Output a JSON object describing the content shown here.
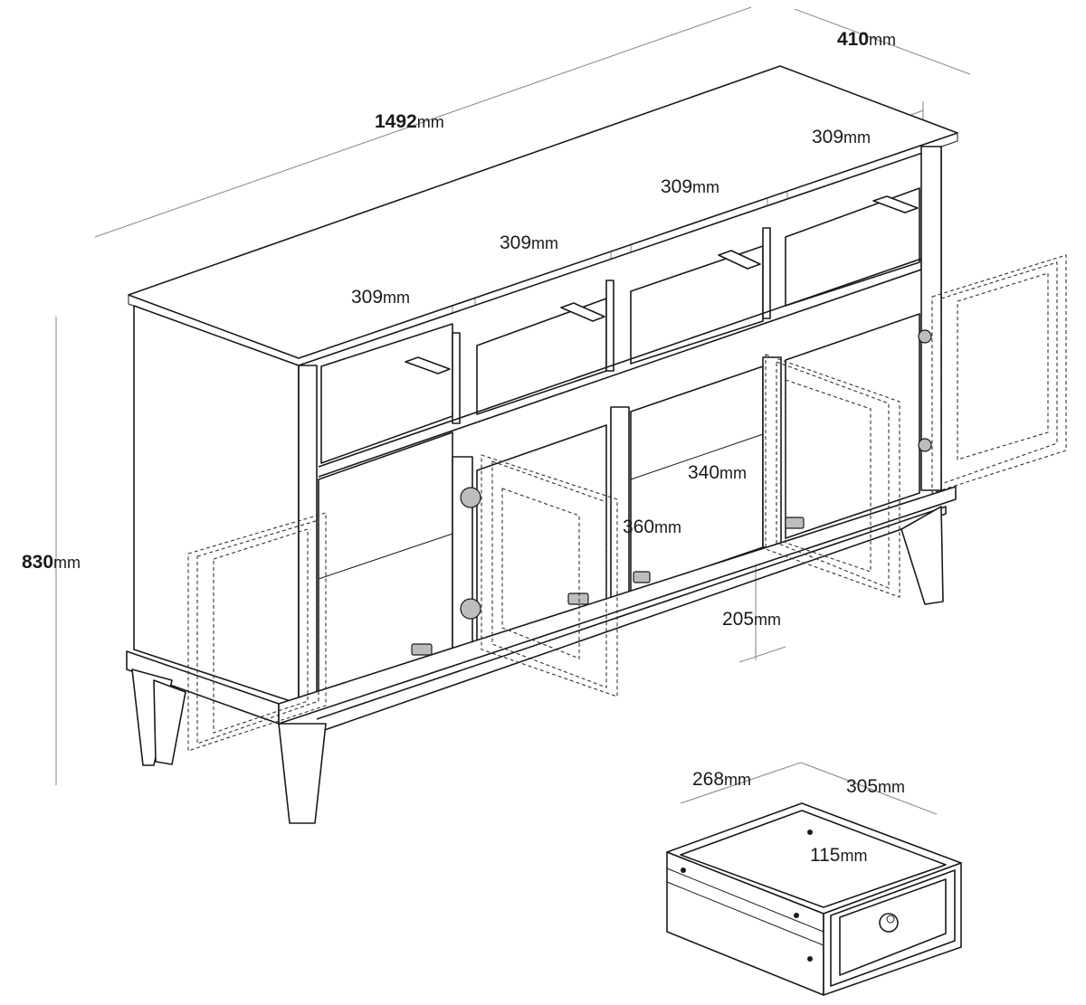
{
  "dimensions": {
    "total_width": {
      "value": "1492",
      "unit": "mm"
    },
    "depth": {
      "value": "410",
      "unit": "mm"
    },
    "height": {
      "value": "830",
      "unit": "mm"
    },
    "drawer_width_1": {
      "value": "309",
      "unit": "mm"
    },
    "drawer_width_2": {
      "value": "309",
      "unit": "mm"
    },
    "drawer_width_3": {
      "value": "309",
      "unit": "mm"
    },
    "drawer_width_4": {
      "value": "309",
      "unit": "mm"
    },
    "compartment_height": {
      "value": "340",
      "unit": "mm"
    },
    "compartment_depth": {
      "value": "360",
      "unit": "mm"
    },
    "leg_height": {
      "value": "205",
      "unit": "mm"
    },
    "drawer_box_depth": {
      "value": "268",
      "unit": "mm"
    },
    "drawer_box_width": {
      "value": "305",
      "unit": "mm"
    },
    "drawer_box_height": {
      "value": "115",
      "unit": "mm"
    }
  }
}
